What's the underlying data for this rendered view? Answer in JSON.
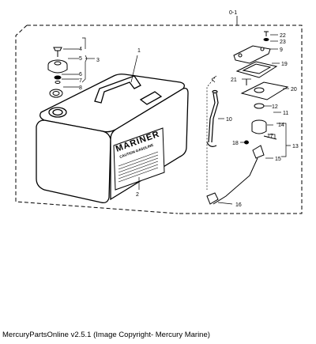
{
  "diagram": {
    "assembly_label": "0-1",
    "tank_brand": "MARINER",
    "tank_subtitle": "CAUTION GASOLINE",
    "callouts": [
      "1",
      "2",
      "3",
      "4",
      "5",
      "6",
      "7",
      "8",
      "9",
      "10",
      "11",
      "12",
      "13",
      "14",
      "15",
      "16",
      "17",
      "18",
      "19",
      "20",
      "21",
      "22",
      "23"
    ]
  },
  "caption": "MercuryPartsOnline v2.5.1 (Image Copyright- Mercury Marine)"
}
